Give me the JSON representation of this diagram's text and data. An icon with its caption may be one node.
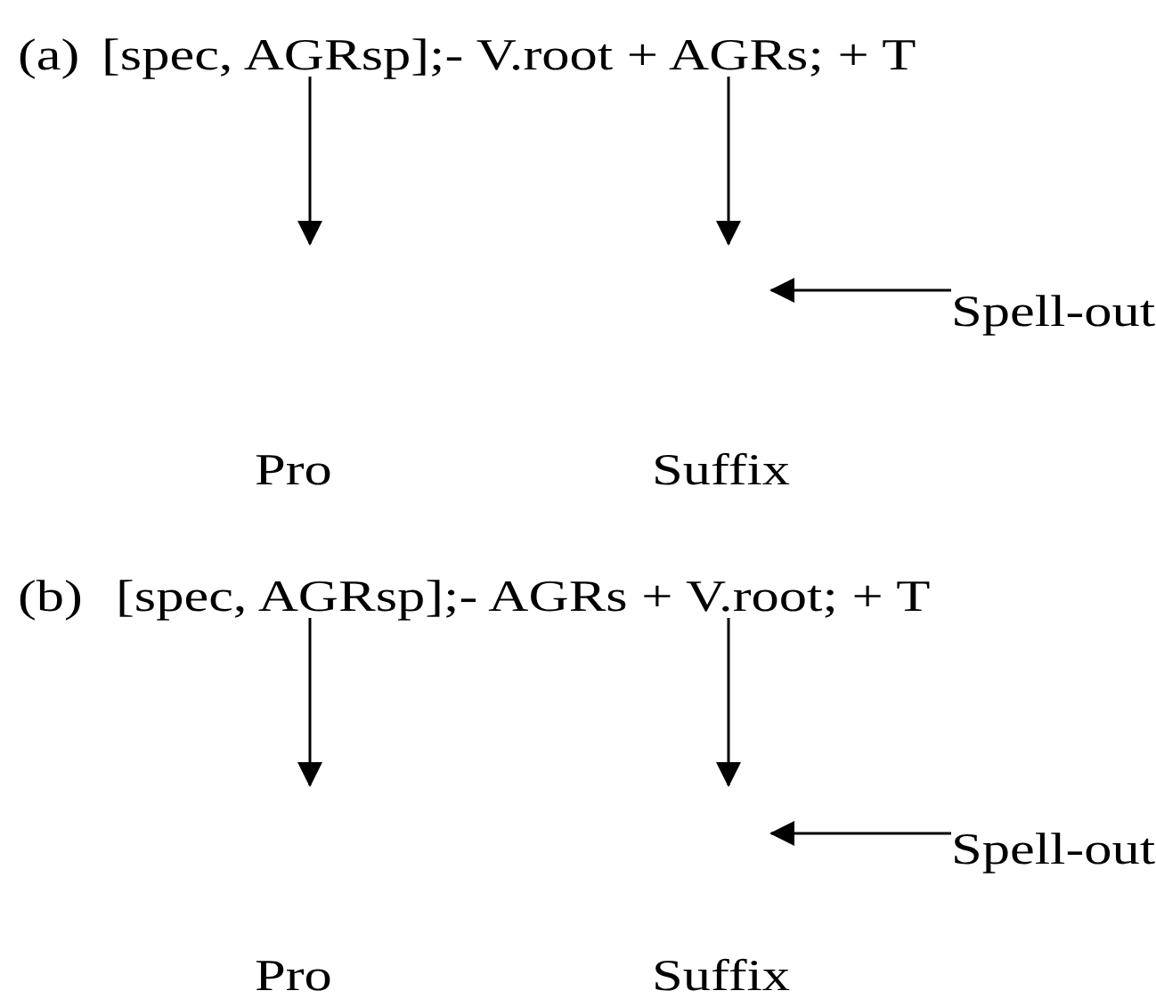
{
  "diagram": {
    "nodes": [
      {
        "text": [
          "[spec, AGRsp];- V.root + AGRs; + T"
        ]
      },
      {
        "text": [
          "Spell-out"
        ]
      },
      {
        "text": [
          "[spec, AGRsp];- AGRs + V.root; + T"
        ]
      },
      {
        "text": [
          "Spell-out"
        ]
      }
    ],
    "edges": [
      {
        "from": 0,
        "to": null,
        "arrow": "to"
      },
      {
        "from": 0,
        "to": null,
        "arrow": "to"
      },
      {
        "from": 1,
        "to": null,
        "arrow": "to"
      },
      {
        "from": 2,
        "to": null,
        "arrow": "to"
      },
      {
        "from": 2,
        "to": null,
        "arrow": "to"
      },
      {
        "from": 3,
        "to": null,
        "arrow": "to"
      }
    ],
    "labels": [
      "(a)",
      "Pro",
      "Suffix",
      "(b)",
      "Pro",
      "Suffix"
    ]
  }
}
